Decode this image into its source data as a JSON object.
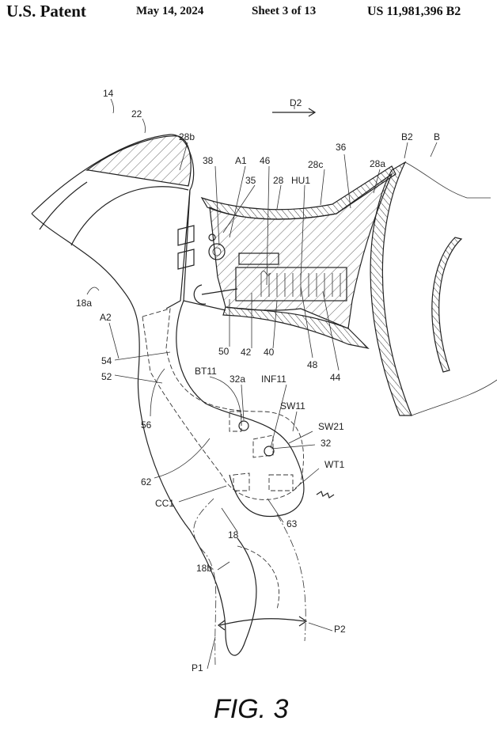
{
  "header": {
    "title": "U.S. Patent",
    "date": "May 14, 2024",
    "sheet": "Sheet 3 of 13",
    "patent_number": "US 11,981,396 B2"
  },
  "figure": {
    "caption": "FIG. 3",
    "labels": {
      "l14": "14",
      "l22": "22",
      "l28b": "28b",
      "D2": "D2",
      "B2": "B2",
      "B": "B",
      "l36": "36",
      "l28a": "28a",
      "l38": "38",
      "A1": "A1",
      "l46": "46",
      "l35": "35",
      "l28": "28",
      "HU1": "HU1",
      "l28c": "28c",
      "l18a": "18a",
      "A2": "A2",
      "l54": "54",
      "l52": "52",
      "l50": "50",
      "l42": "42",
      "l40": "40",
      "l48": "48",
      "l44": "44",
      "BT11": "BT11",
      "l32a": "32a",
      "INF11": "INF11",
      "SW11": "SW11",
      "SW21": "SW21",
      "l32": "32",
      "WT1": "WT1",
      "l56": "56",
      "l62": "62",
      "CC1": "CC1",
      "l63": "63",
      "l18": "18",
      "l18b": "18b",
      "P2": "P2",
      "P1": "P1"
    }
  }
}
